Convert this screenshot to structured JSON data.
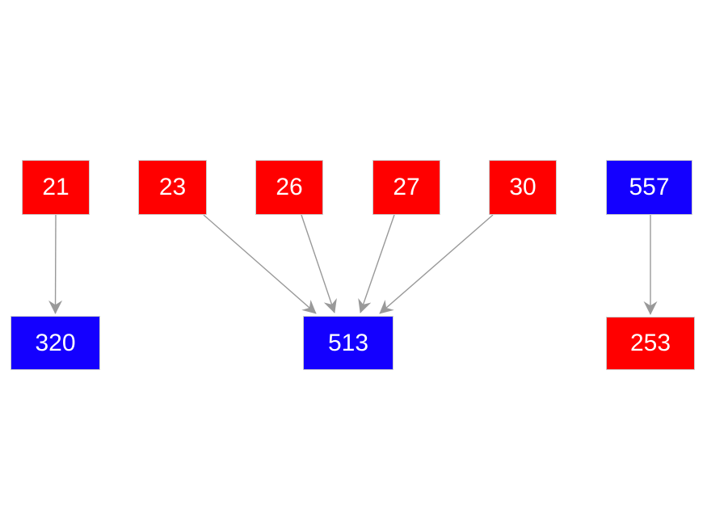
{
  "diagram": {
    "type": "directed-graph",
    "background_color": "#ffffff",
    "arrow_color": "#999999",
    "node_text_color": "#ffffff",
    "red_color": "#ff0000",
    "blue_color": "#1400ff",
    "nodes": [
      {
        "id": "21",
        "label": "21",
        "color": "#ff0000",
        "row": "top"
      },
      {
        "id": "23",
        "label": "23",
        "color": "#ff0000",
        "row": "top"
      },
      {
        "id": "26",
        "label": "26",
        "color": "#ff0000",
        "row": "top"
      },
      {
        "id": "27",
        "label": "27",
        "color": "#ff0000",
        "row": "top"
      },
      {
        "id": "30",
        "label": "30",
        "color": "#ff0000",
        "row": "top"
      },
      {
        "id": "557",
        "label": "557",
        "color": "#1400ff",
        "row": "top"
      },
      {
        "id": "320",
        "label": "320",
        "color": "#1400ff",
        "row": "bottom"
      },
      {
        "id": "513",
        "label": "513",
        "color": "#1400ff",
        "row": "bottom"
      },
      {
        "id": "253",
        "label": "253",
        "color": "#ff0000",
        "row": "bottom"
      }
    ],
    "edges": [
      {
        "from": "21",
        "to": "320"
      },
      {
        "from": "23",
        "to": "513"
      },
      {
        "from": "26",
        "to": "513"
      },
      {
        "from": "27",
        "to": "513"
      },
      {
        "from": "30",
        "to": "513"
      },
      {
        "from": "557",
        "to": "253"
      }
    ]
  }
}
